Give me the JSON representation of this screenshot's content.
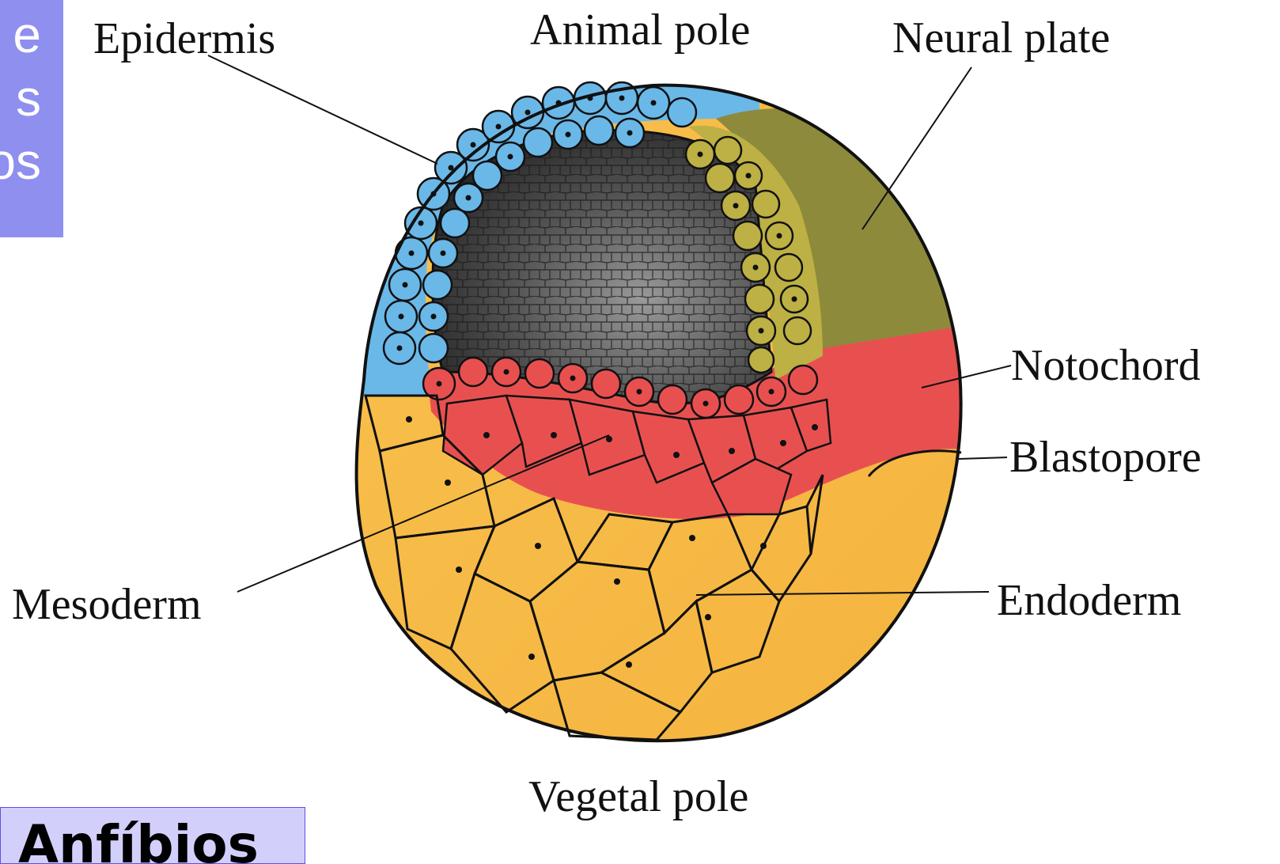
{
  "sidebox": {
    "lines": [
      "e",
      "s",
      "os"
    ]
  },
  "bottombox": {
    "text": "Anfíbios"
  },
  "labels": {
    "epidermis": "Epidermis",
    "animal_pole": "Animal pole",
    "neural_plate": "Neural plate",
    "notochord": "Notochord",
    "blastopore": "Blastopore",
    "endoderm": "Endoderm",
    "mesoderm": "Mesoderm",
    "vegetal_pole": "Vegetal pole"
  },
  "colors": {
    "epidermis": "#6ab8e8",
    "neural_plate": "#8d8a3c",
    "neural_cells": "#bdb044",
    "notochord_mesoderm": "#e85050",
    "endoderm": "#f7bb48",
    "blastocoel": "#4a4a4a",
    "outline": "#111111",
    "sidebox": "#8f8ff0",
    "bottombox": "#d2d0fb"
  }
}
